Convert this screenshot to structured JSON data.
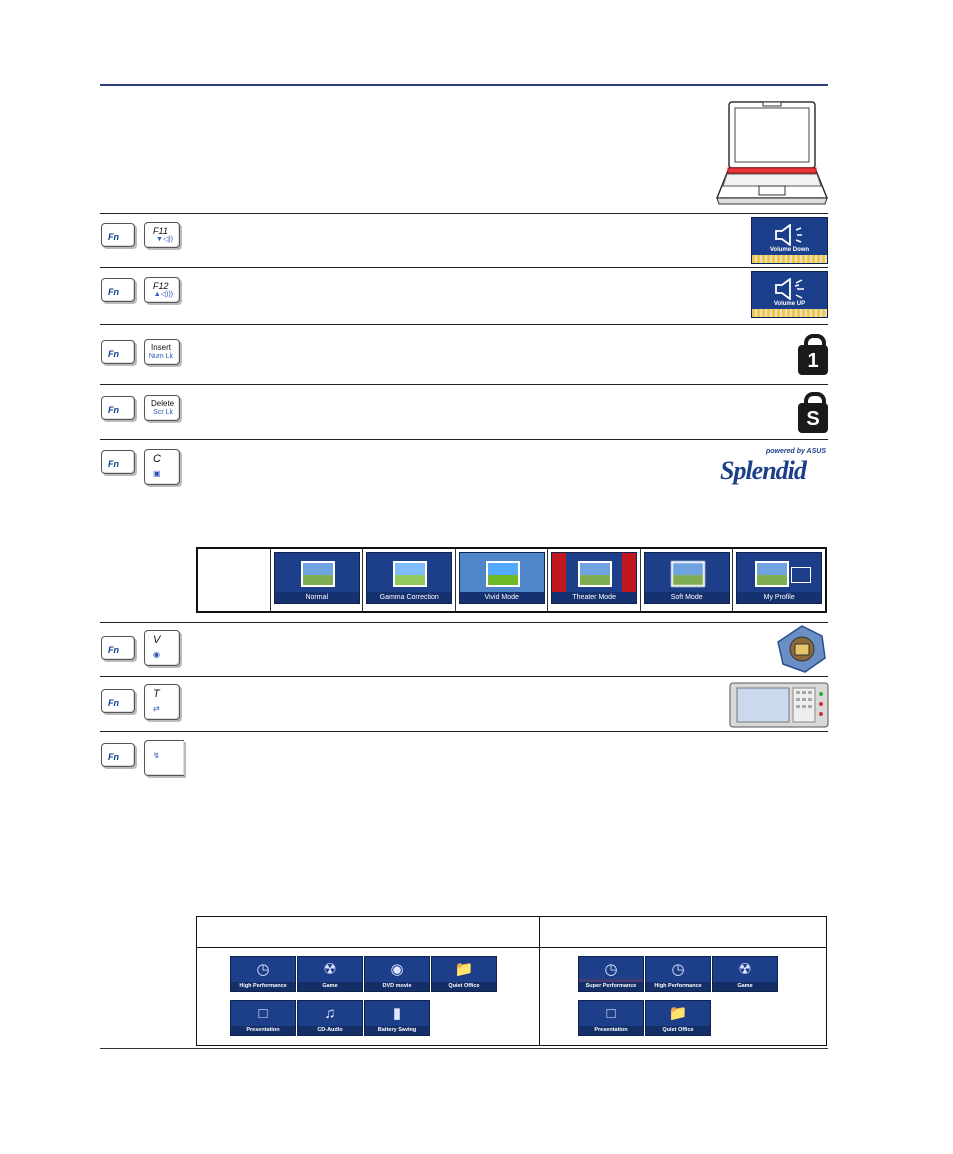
{
  "fn_rows": [
    {
      "fn": "Fn",
      "key_top": "F11",
      "key_bottom": "▼◁))",
      "osd_label": "Volume Down"
    },
    {
      "fn": "Fn",
      "key_top": "F12",
      "key_bottom": "▲◁)))",
      "osd_label": "Volume UP"
    },
    {
      "fn": "Fn",
      "key_top": "Insert",
      "key_bottom": "Num Lk",
      "lock_glyph": "1"
    },
    {
      "fn": "Fn",
      "key_top": "Delete",
      "key_bottom": "Scr Lk",
      "lock_glyph": "S"
    },
    {
      "fn": "Fn",
      "key_top": "C"
    },
    {
      "fn": "Fn",
      "key_top": "V"
    },
    {
      "fn": "Fn",
      "key_top": "T"
    },
    {
      "fn": "Fn"
    }
  ],
  "splendid_logo": {
    "powered": "powered by ASUS",
    "name": "Splendid"
  },
  "splendid_modes": [
    "Normal",
    "Gamma Correction",
    "Vivid Mode",
    "Theater Mode",
    "Soft Mode",
    "My Profile"
  ],
  "power_left": [
    "High Performance",
    "Game",
    "DVD movie",
    "Quiet Office",
    "Presentation",
    "CD-Audio",
    "Battery Saving"
  ],
  "power_right": [
    "Super Performance",
    "High Performance",
    "Game",
    "Presentation",
    "Quiet Office"
  ],
  "colors": {
    "osd_blue": "#1b3f8a",
    "key_blue": "#0b3d8f",
    "rule_blue": "#2c3e80"
  }
}
